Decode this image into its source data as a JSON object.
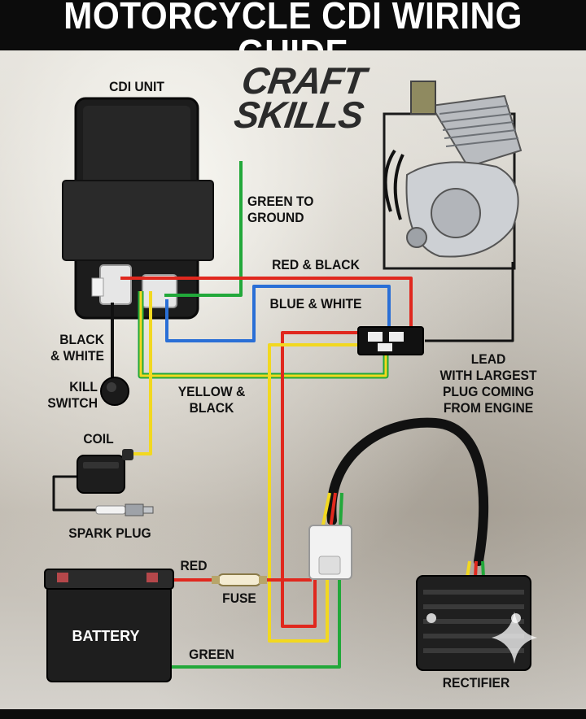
{
  "header": {
    "title": "MOTORCYCLE CDI WIRING GUIDE"
  },
  "brand": {
    "text": "CRAFT\nSKILLS"
  },
  "labels": {
    "cdi_unit": "CDI UNIT",
    "green_to_ground": "GREEN TO\nGROUND",
    "red_black": "RED & BLACK",
    "blue_white": "BLUE & WHITE",
    "black_white": "BLACK\n& WHITE",
    "kill_switch": "KILL\nSWITCH",
    "yellow_black": "YELLOW &\nBLACK",
    "lead": "LEAD\nWITH LARGEST\nPLUG COMING\nFROM ENGINE",
    "coil": "COIL",
    "spark_plug": "SPARK PLUG",
    "red": "RED",
    "fuse": "FUSE",
    "battery": "BATTERY",
    "green": "GREEN",
    "rectifier": "RECTIFIER"
  },
  "wire_colors": {
    "green": "#22a83a",
    "red": "#e0281e",
    "blue": "#2a6fd6",
    "yellow": "#f2d820",
    "black": "#111111",
    "white": "#f4f4f4"
  }
}
